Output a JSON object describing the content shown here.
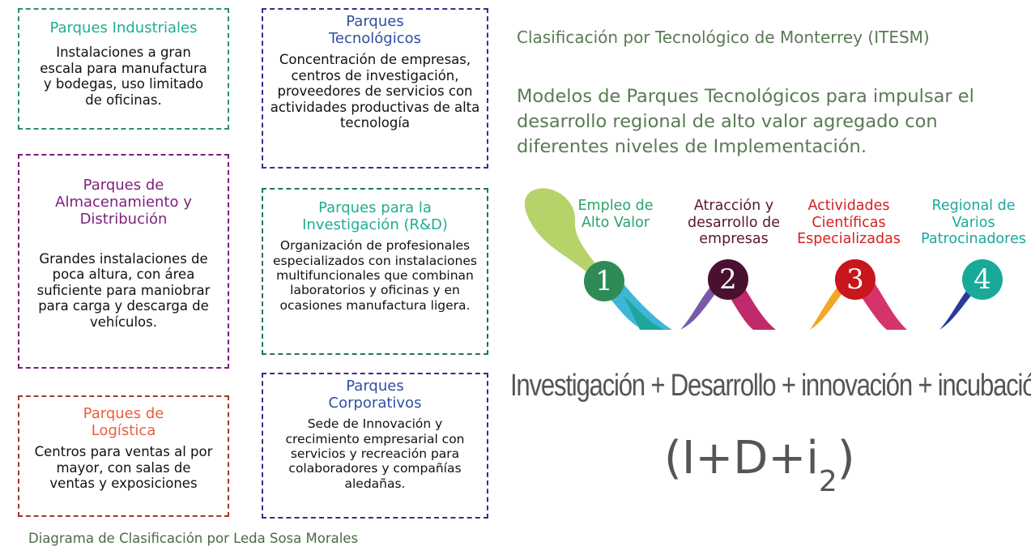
{
  "categories": [
    {
      "key": "ind",
      "title": "Parques Industriales",
      "description": "Instalaciones a gran escala para manufactura y bodegas, uso limitado de oficinas."
    },
    {
      "key": "tec",
      "title": "Parques Tecnológicos",
      "description": "Concentración de empresas, centros de investigación, proveedores de servicios con actividades productivas de alta tecnología"
    },
    {
      "key": "alm",
      "title": "Parques de Almacenamiento y Distribución",
      "description": "Grandes instalaciones de poca altura, con área suficiente para maniobrar para carga y descarga de vehículos."
    },
    {
      "key": "rd",
      "title": "Parques para la Investigación (R&D)",
      "description": "Organización de profesionales especializados con instalaciones multifuncionales que combinan laboratorios y oficinas y en ocasiones manufactura ligera."
    },
    {
      "key": "log",
      "title": "Parques de Logística",
      "description": "Centros para ventas al por mayor, con salas de ventas y exposiciones"
    },
    {
      "key": "cor",
      "title": "Parques Corporativos",
      "description": "Sede de Innovación y crecimiento empresarial con servicios y recreación para colaboradores y compañías aledañas."
    }
  ],
  "credit": "Diagrama de Clasificación por Leda Sosa Morales",
  "heading": "Clasificación por Tecnológico de Monterrey (ITESM)",
  "subheading": "Modelos de Parques Tecnológicos para impulsar el desarrollo regional de alto valor agregado con diferentes niveles de Implementación.",
  "stages": [
    {
      "number": "1",
      "label": "Empleo de Alto Valor",
      "color": "#2e8b57"
    },
    {
      "number": "2",
      "label": "Atracción y desarrollo de empresas",
      "color": "#4a1030"
    },
    {
      "number": "3",
      "label": "Actividades Científicas Especializadas",
      "color": "#c8161d"
    },
    {
      "number": "4",
      "label": "Regional de Varios Patrocinadores",
      "color": "#19a999"
    }
  ],
  "formula": "Investigación + Desarrollo + innovación + incubación",
  "acronym": {
    "main": "(I+D+i",
    "subscript": "2",
    "close": ")"
  }
}
